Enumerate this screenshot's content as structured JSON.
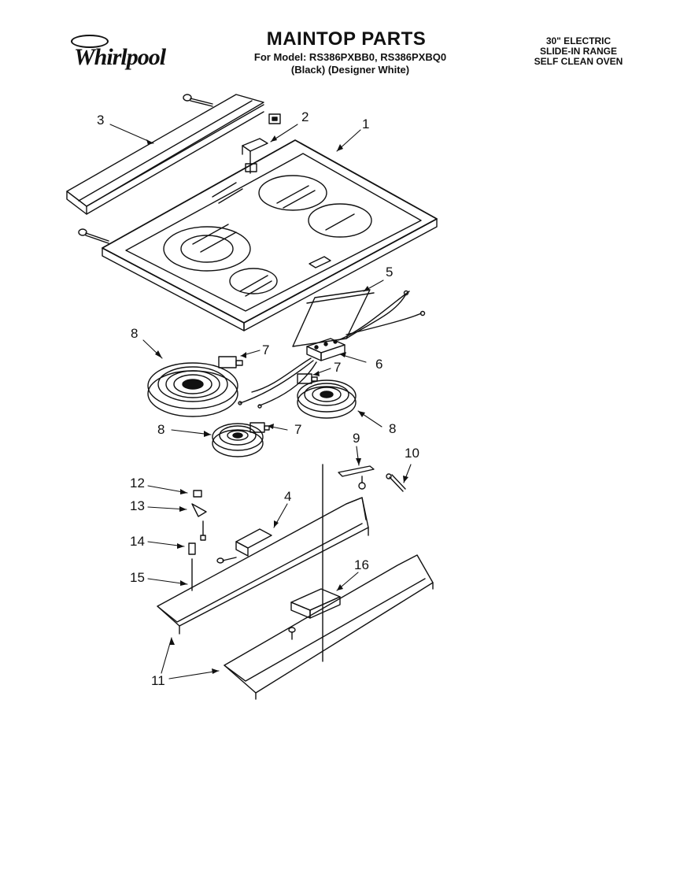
{
  "header": {
    "brand": "Whirlpool",
    "title": "MAINTOP PARTS",
    "model_line": "For Model: RS386PXBB0, RS386PXBQ0",
    "variant_line": "(Black) (Designer White)",
    "product_lines": [
      "30\" ELECTRIC",
      "SLIDE-IN RANGE",
      "SELF CLEAN OVEN"
    ]
  },
  "callouts": [
    "1",
    "2",
    "3",
    "4",
    "5",
    "6",
    "7",
    "7",
    "7",
    "8",
    "8",
    "8",
    "9",
    "10",
    "11",
    "12",
    "13",
    "14",
    "15",
    "16"
  ]
}
